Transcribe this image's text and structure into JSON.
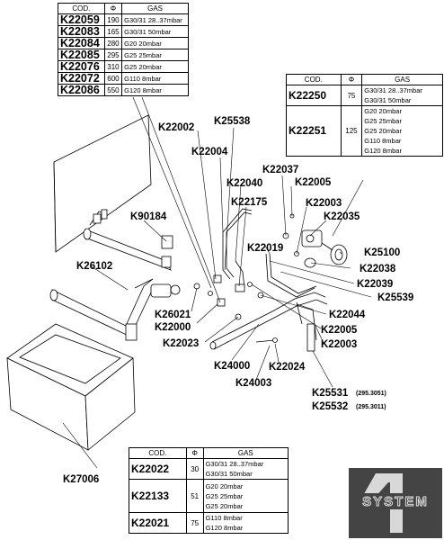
{
  "tables": {
    "t1": {
      "headers": [
        "COD.",
        "Φ",
        "GAS"
      ],
      "rows": [
        {
          "code": "K22059",
          "phi": "190",
          "gas": "G30/31 28..37mbar"
        },
        {
          "code": "K22083",
          "phi": "165",
          "gas": "G30/31 50mbar"
        },
        {
          "code": "K22084",
          "phi": "280",
          "gas": "G20 20mbar"
        },
        {
          "code": "K22085",
          "phi": "295",
          "gas": "G25 25mbar"
        },
        {
          "code": "K22076",
          "phi": "310",
          "gas": "G25 20mbar"
        },
        {
          "code": "K22072",
          "phi": "600",
          "gas": "G110 8mbar"
        },
        {
          "code": "K22086",
          "phi": "550",
          "gas": "G120 8mbar"
        }
      ]
    },
    "t2": {
      "headers": [
        "COD.",
        "Φ",
        "GAS"
      ],
      "rows": [
        {
          "code": "K22250",
          "phi": "75",
          "gas": "G30/31 28..37mbar\nG30/31 50mbar"
        },
        {
          "code": "K22251",
          "phi": "125",
          "gas": "G20 20mbar\nG25 25mbar\nG25 20mbar\nG110 8mbar\nG120 8mbar"
        }
      ]
    },
    "t3": {
      "headers": [
        "COD.",
        "Φ",
        "GAS"
      ],
      "rows": [
        {
          "code": "K22022",
          "phi": "30",
          "gas": "G30/31 28..37mbar\nG30/31 50mbar"
        },
        {
          "code": "K22133",
          "phi": "51",
          "gas": "G20 20mbar\nG25 25mbar\nG25 20mbar"
        },
        {
          "code": "K22021",
          "phi": "75",
          "gas": "G110 8mbar\nG120 8mbar"
        }
      ]
    }
  },
  "labels": {
    "k22002": "K22002",
    "k25538": "K25538",
    "k22004": "K22004",
    "k22037": "K22037",
    "k22040": "K22040",
    "k22005a": "K22005",
    "k22175": "K22175",
    "k22003a": "K22003",
    "k22035": "K22035",
    "k90184": "K90184",
    "k22019": "K22019",
    "k25100": "K25100",
    "k26102": "K26102",
    "k22038": "K22038",
    "k22039": "K22039",
    "k25539": "K25539",
    "k26021": "K26021",
    "k22044": "K22044",
    "k22000": "K22000",
    "k22005b": "K22005",
    "k22023": "K22023",
    "k22003b": "K22003",
    "k24000": "K24000",
    "k22024": "K22024",
    "k24003": "K24003",
    "k25531": "K25531",
    "k25531_ref": "(295.3051)",
    "k25532": "K25532",
    "k25532_ref": "(295.3011)",
    "k27006": "K27006"
  },
  "logo": {
    "text": "SYSTEM",
    "number": "4",
    "color_dark": "#444444",
    "color_light": "#d8d8d8",
    "color_accent": "#e7e7e7"
  }
}
